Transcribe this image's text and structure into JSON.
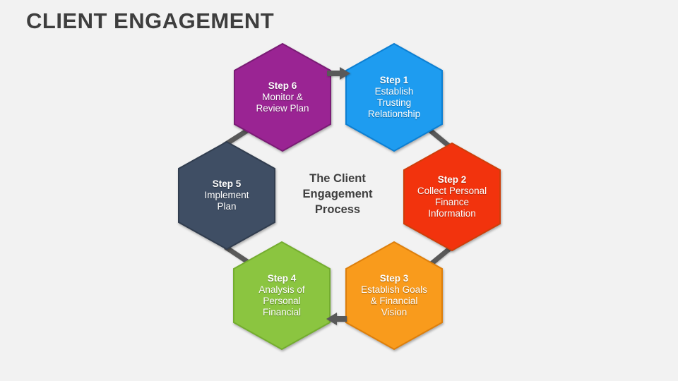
{
  "title": "CLIENT ENGAGEMENT",
  "center": {
    "text": "The Client\nEngagement\nProcess"
  },
  "colors": {
    "background": "#F2F2F2",
    "title_text": "#3E3E3E",
    "center_text": "#3F3F3F",
    "connector": "#595959",
    "step_text": "#FFFFFF"
  },
  "diagram": {
    "type": "hexagon-cycle",
    "steps": [
      {
        "label": "Step 1",
        "text": "Establish\nTrusting\nRelationship",
        "fill": "#1E9CF0",
        "border": "#0C7FD2"
      },
      {
        "label": "Step 2",
        "text": "Collect Personal\nFinance\nInformation",
        "fill": "#F2330D",
        "border": "#CE3E09"
      },
      {
        "label": "Step 3",
        "text": "Establish Goals\n& Financial\nVision",
        "fill": "#F99B1C",
        "border": "#DD7F0C"
      },
      {
        "label": "Step 4",
        "text": "Analysis of\nPersonal\nFinancial",
        "fill": "#8BC540",
        "border": "#74AD2F"
      },
      {
        "label": "Step 5",
        "text": "Implement\nPlan",
        "fill": "#3F4E64",
        "border": "#313D4F"
      },
      {
        "label": "Step 6",
        "text": "Monitor &\nReview Plan",
        "fill": "#9A2493",
        "border": "#7A1C75"
      }
    ]
  }
}
